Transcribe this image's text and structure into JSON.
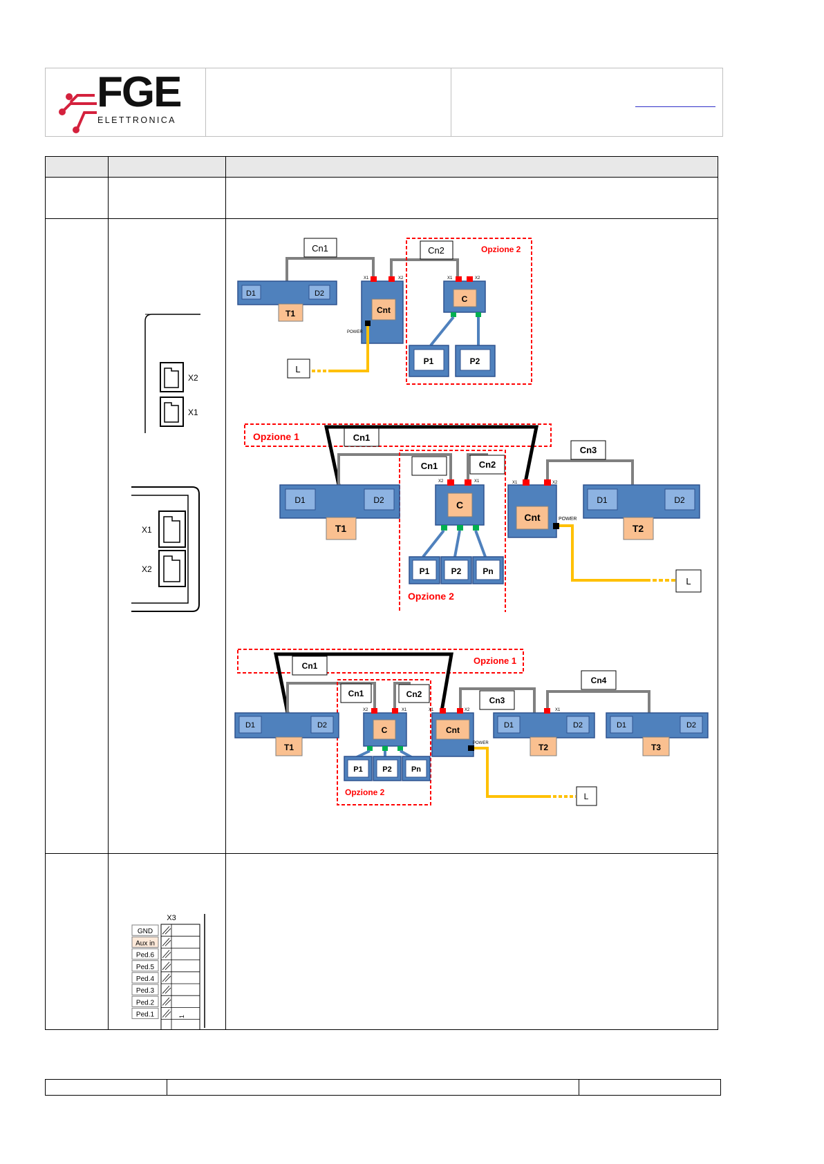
{
  "header": {
    "logo_text": "FGE",
    "logo_subtext": "ELETTRONICA"
  },
  "connector_panel": {
    "top_ports": [
      "X2",
      "X1"
    ],
    "bottom_ports": [
      "X1",
      "X2"
    ]
  },
  "terminal_block": {
    "title": "X3",
    "pins": [
      "GND",
      "Aux in",
      "Ped.6",
      "Ped.5",
      "Ped.4",
      "Ped.3",
      "Ped.2",
      "Ped.1"
    ],
    "pin_one_marker": "1"
  },
  "diagram1": {
    "cable_cn1": "Cn1",
    "cable_cn2": "Cn2",
    "option2_label": "Opzione 2",
    "t1": {
      "label": "T1",
      "d1": "D1",
      "d2": "D2"
    },
    "cnt": {
      "label": "Cnt",
      "port_x1": "X1",
      "port_x2": "X2",
      "power": "POWER"
    },
    "c": {
      "label": "C",
      "port_x1": "X1",
      "port_x2": "X2"
    },
    "p1": "P1",
    "p2": "P2",
    "load": "L"
  },
  "diagram2": {
    "option1_label": "Opzione 1",
    "option2_label": "Opzione 2",
    "cable_cn1_top": "Cn1",
    "cable_cn1": "Cn1",
    "cable_cn2": "Cn2",
    "cable_cn3": "Cn3",
    "t1": {
      "label": "T1",
      "d1": "D1",
      "d2": "D2"
    },
    "t2": {
      "label": "T2",
      "d1": "D1",
      "d2": "D2"
    },
    "c": {
      "label": "C",
      "port_x2": "X2",
      "port_x1": "X1"
    },
    "cnt": {
      "label": "Cnt",
      "port_x1": "X1",
      "port_x2": "X2",
      "power": "POWER"
    },
    "p1": "P1",
    "p2": "P2",
    "pn": "Pn",
    "load": "L"
  },
  "diagram3": {
    "option1_label": "Opzione 1",
    "option2_label": "Opzione 2",
    "cable_cn1_top": "Cn1",
    "cable_cn1": "Cn1",
    "cable_cn2": "Cn2",
    "cable_cn3": "Cn3",
    "cable_cn4": "Cn4",
    "t1": {
      "label": "T1",
      "d1": "D1",
      "d2": "D2"
    },
    "t2": {
      "label": "T2",
      "d1": "D1",
      "d2": "D2",
      "port_x1": "X1"
    },
    "t3": {
      "label": "T3",
      "d1": "D1",
      "d2": "D2"
    },
    "c": {
      "label": "C",
      "port_x2": "X2",
      "port_x1": "X1"
    },
    "cnt": {
      "label": "Cnt",
      "port_x1": "X1",
      "port_x2": "X2",
      "power": "POWER"
    },
    "p1": "P1",
    "p2": "P2",
    "pn": "Pn",
    "load": "L"
  },
  "colors": {
    "device_blue": "#4f81bd",
    "device_border": "#2f528f",
    "inner_blue": "#8db3e2",
    "label_orange": "#fac090",
    "cable_grey": "#808080",
    "option_red": "#ff0000",
    "power_yellow": "#ffc000",
    "port_green": "#00b050",
    "port_red": "#ff0000"
  }
}
